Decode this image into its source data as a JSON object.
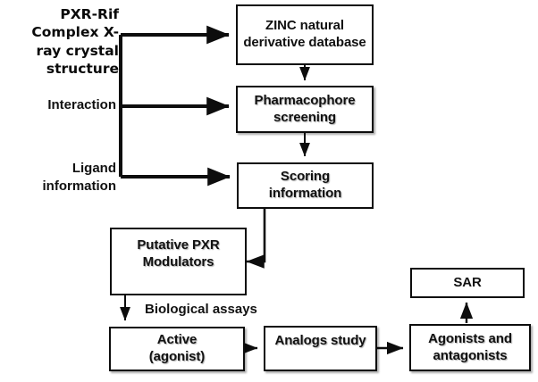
{
  "diagram": {
    "title_label": "PXR-Rif Complex X-\nray crystal\nstructure",
    "inputs": [
      {
        "id": "interaction",
        "label": "Interaction"
      },
      {
        "id": "ligand-information",
        "label": "Ligand\ninformation"
      }
    ],
    "nodes": [
      {
        "id": "zinc-database",
        "label": "ZINC natural\nderivative database"
      },
      {
        "id": "pharmacophore-screening",
        "label": "Pharmacophore\nscreening"
      },
      {
        "id": "scoring-information",
        "label": "Scoring\ninformation"
      },
      {
        "id": "putative-pxr-modulators",
        "label": "Putative PXR\nModulators"
      },
      {
        "id": "active-agonist",
        "label": "Active\n(agonist)"
      },
      {
        "id": "analogs-study",
        "label": "Analogs study"
      },
      {
        "id": "agonists-antagonists",
        "label": "Agonists and\nantagonists"
      },
      {
        "id": "sar",
        "label": "SAR"
      }
    ],
    "edge_labels": [
      {
        "id": "biological-assays",
        "label": "Biological assays"
      }
    ],
    "colors": {
      "stroke": "#0d0d0d",
      "fill": "#ffffff",
      "text": "#111111",
      "background": "#ffffff"
    }
  }
}
